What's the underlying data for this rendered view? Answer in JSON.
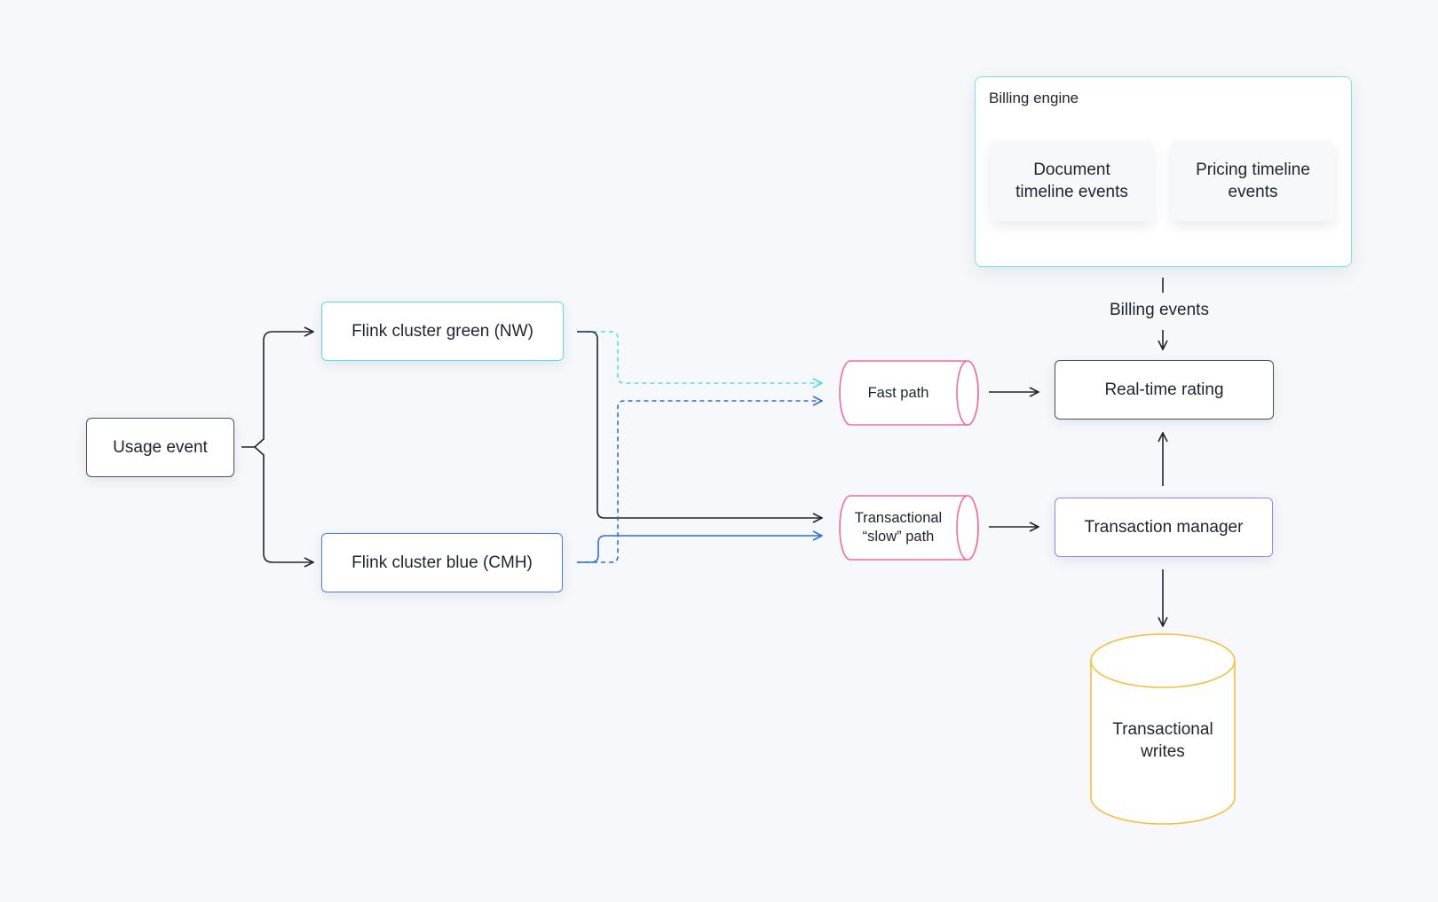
{
  "nodes": {
    "usage_event": "Usage event",
    "flink_green": "Flink cluster green (NW)",
    "flink_blue": "Flink cluster blue (CMH)",
    "fast_path": "Fast path",
    "slow_path": "Transactional\n“slow” path",
    "realtime_rating": "Real-time rating",
    "transaction_manager": "Transaction manager",
    "transactional_writes": "Transactional\nwrites"
  },
  "billing_engine": {
    "title": "Billing engine",
    "document_events": "Document\ntimeline events",
    "pricing_events": "Pricing timeline\nevents"
  },
  "edges": {
    "billing_events_label": "Billing events"
  },
  "colors": {
    "cyan": "#4ee0e8",
    "blue": "#2f6fd8",
    "pink": "#f06b9e",
    "amber": "#f5bf3c",
    "purple": "#8f86ee",
    "dark": "#1f2430"
  }
}
